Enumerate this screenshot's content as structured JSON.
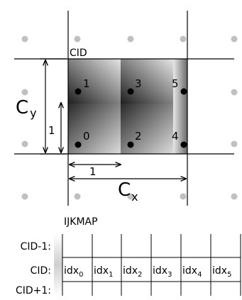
{
  "cell_label": "CID",
  "points": [
    "0",
    "1",
    "2",
    "3",
    "4",
    "5"
  ],
  "cy": {
    "main": "C",
    "sub": "y"
  },
  "cx": {
    "main": "C",
    "sub": "x"
  },
  "unit_v": "1",
  "unit_h": "1",
  "table_title": "IJKMAP",
  "row_labels": [
    "CID-1:",
    "CID:",
    "CID+1:"
  ],
  "table_cells": [
    {
      "base": "idx",
      "sub": "0"
    },
    {
      "base": "idx",
      "sub": "1"
    },
    {
      "base": "idx",
      "sub": "2"
    },
    {
      "base": "idx",
      "sub": "3"
    },
    {
      "base": "idx",
      "sub": "4"
    },
    {
      "base": "idx",
      "sub": "5"
    }
  ],
  "colors": {
    "line": "#000000",
    "dot_grey": "#bbbbbb",
    "cell_dark": "#2a2a2a",
    "cell_light": "#dddddd"
  }
}
